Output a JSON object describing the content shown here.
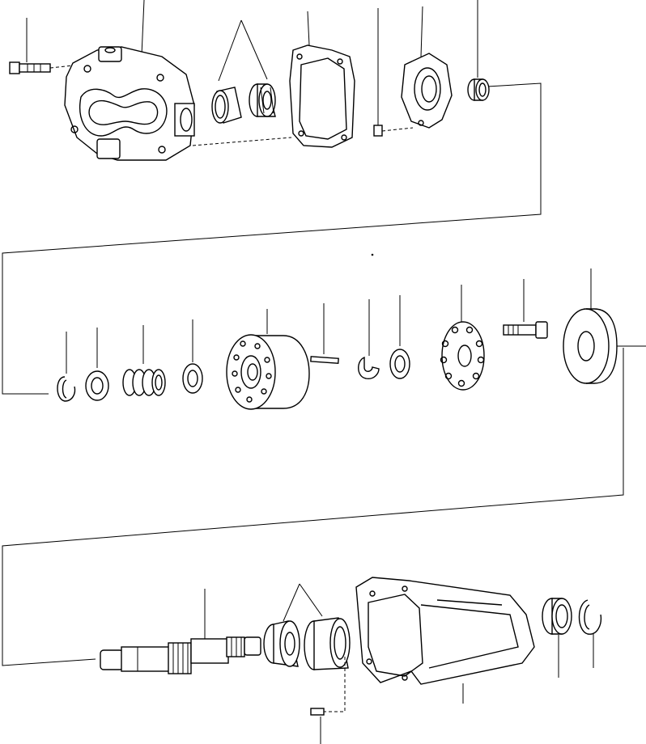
{
  "diagram": {
    "type": "exploded-parts-view",
    "text_labels": [],
    "colors": {
      "ink": "#000000",
      "paper": "#ffffff"
    },
    "row_1_parts": [
      "bolt",
      "housing",
      "bearing-cup",
      "bearing-cone",
      "gasket",
      "dowel-pin",
      "end-plate",
      "bushing"
    ],
    "row_2_parts": [
      "snap-ring",
      "washer",
      "spring",
      "washer",
      "cylinder-block",
      "pin",
      "c-ring",
      "collar",
      "cam-plate",
      "bolt",
      "thrust-plate"
    ],
    "row_3_parts": [
      "shaft",
      "bearing-cone",
      "bearing-cup",
      "case",
      "dowel-pin",
      "oil-seal",
      "snap-ring"
    ]
  }
}
